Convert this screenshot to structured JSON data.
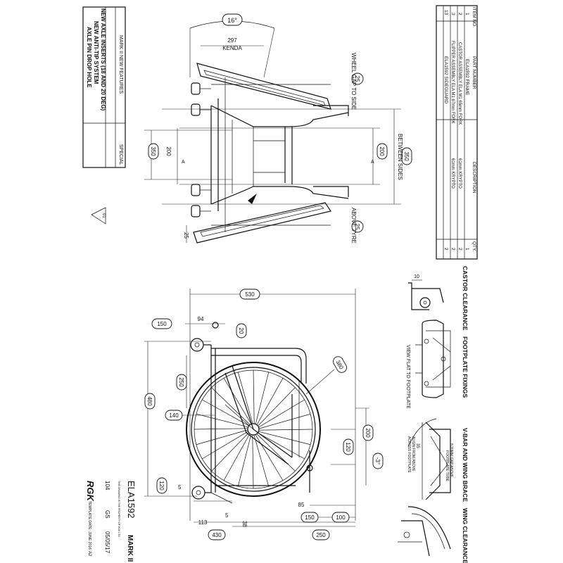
{
  "parts_table": {
    "headers": {
      "item": "ITEM NO.",
      "part": "PART NUMBER",
      "desc": "DESCRIPTION",
      "qty": "QTY."
    },
    "rows": [
      {
        "item": "1",
        "part": "ELA1592 FRAME",
        "desc": "",
        "qty": "1"
      },
      {
        "item": "2",
        "part": "CASTOR ASSEMBLY ELA M1 65mm FORK",
        "desc": "61mm KRYPTO",
        "qty": "2"
      },
      {
        "item": "3",
        "part": "FLIPPER ASSEMBLY ELA M1 67mm FORK",
        "desc": "61mm KRYPTO",
        "qty": "2"
      },
      {
        "item": "13",
        "part": "ELA1592 SIDEGUARD",
        "desc": "",
        "qty": "2"
      }
    ]
  },
  "revision": {
    "title": "MARK II NEW FEATURES",
    "lines": [
      "NEW AXLE INSERTS (18 AND 20 DEG)",
      "NEW ANTI-TIP SYSTEM",
      "AXLE PIN DROP HOLE"
    ],
    "special": "SPECIAL",
    "rev_tag": "01"
  },
  "title_block": {
    "drawing_no": "ELA1592",
    "mark": "MARK II",
    "colour": "104",
    "drawn": "GS",
    "date": "05/05/17",
    "logo": "RGK",
    "template": "TEMPLATE DATE: JUNE 2016",
    "sheet": "A2",
    "fine_print": "THIS DRAWING IS THE PROPERTY OF RGK LTD"
  },
  "detail_labels": {
    "castor": "CASTOR CLEARANCE",
    "footplate": "FOOTPLATE FIXINGS",
    "vbar": "V-BAR AND WING BRACE",
    "wing": "WING CLEARANCE",
    "view_flat": "VIEW FLAT TO FOOTPLATE",
    "castor_dim": "10",
    "vbar_note_1": "8 20MM GAP ABOVE",
    "vbar_note_2": "FOOTPLATE TUBE",
    "vbar_dim": "35",
    "vbar_note_3": "ALIGN FROM ABOVE",
    "vbar_note_4": "ACROSS FOOTPLATE"
  },
  "top_view": {
    "angle": "16°",
    "tyre_size": "297",
    "tyre_brand": "KENDA",
    "wheel_gap": "25",
    "wheel_gap_label": "WHEEL GAP TO SIDE",
    "above_tyre": "25",
    "above_tyre_label": "ABOVE TYRE",
    "between_sides": "350",
    "between_sides_label": "BETWEEN SIDES",
    "inner_right": "200",
    "inner_left": "200",
    "outer_left": "350",
    "bottom_dim": "25",
    "section_mark": "A"
  },
  "side_view": {
    "overall_length": "530",
    "d150": "150",
    "d94": "94",
    "d20": "20",
    "d380": "380",
    "d250": "250",
    "d480": "480",
    "d140": "140",
    "d200": "200",
    "d120r": "120",
    "angle": "-3°",
    "d120l": "120",
    "d5": "5",
    "d85": "85",
    "d150b": "150",
    "d100": "100",
    "d113": "113",
    "d5b": "5",
    "d38": "38",
    "d430": "430",
    "d250b": "250"
  }
}
